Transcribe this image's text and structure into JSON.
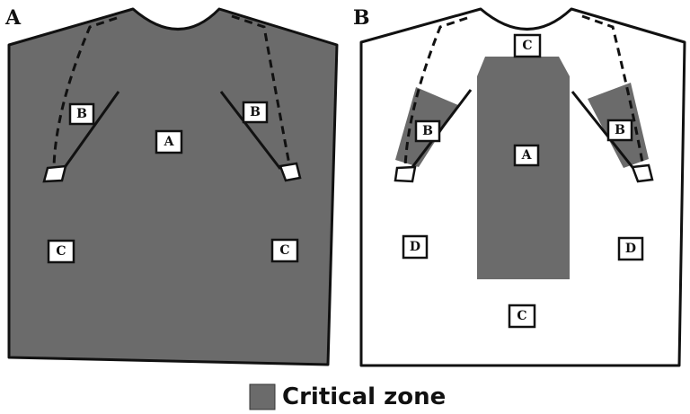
{
  "colors": {
    "critical": "#6b6b6b",
    "outline": "#111111",
    "background": "#ffffff"
  },
  "panels": [
    {
      "label": "A",
      "zones": [
        "A",
        "B",
        "B",
        "C",
        "C"
      ]
    },
    {
      "label": "B",
      "zones": [
        "C",
        "B",
        "A",
        "B",
        "D",
        "D",
        "C"
      ]
    }
  ],
  "legend": {
    "label": "Critical zone"
  }
}
